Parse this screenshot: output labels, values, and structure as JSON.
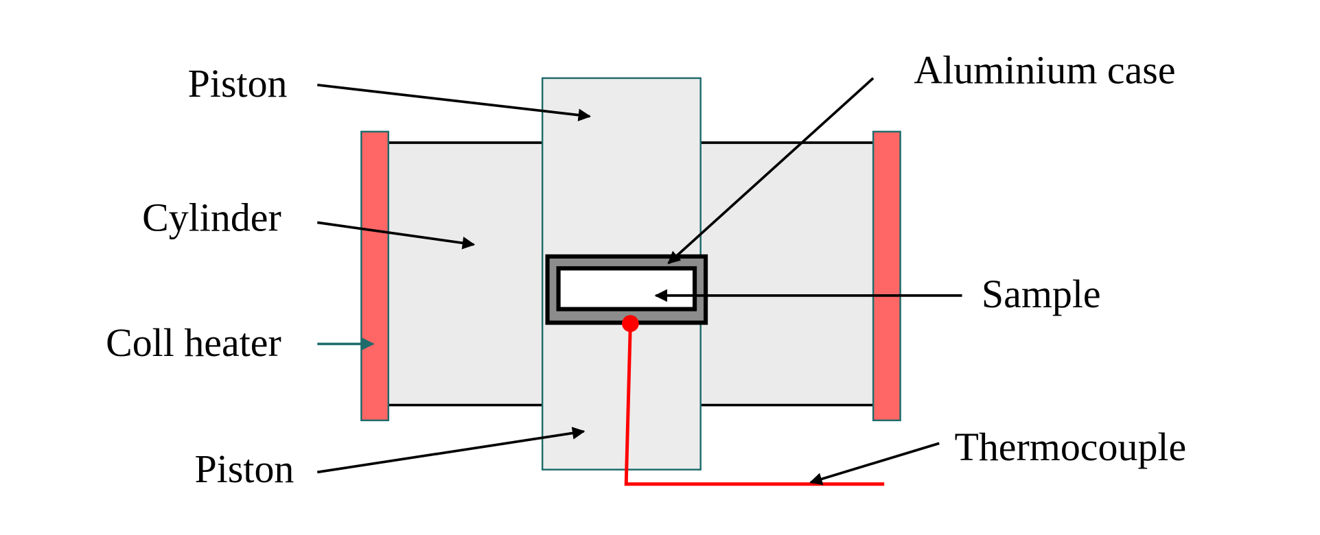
{
  "labels": {
    "piston_top": "Piston",
    "cylinder": "Cylinder",
    "coil_heater": "Coll heater",
    "piston_bottom": "Piston",
    "aluminium_case": "Aluminium case",
    "sample": "Sample",
    "thermocouple": "Thermocouple"
  },
  "colors": {
    "heater": "#FF6666",
    "outline": "#1F6B6B",
    "body": "#EBEBEB",
    "case": "#8C8C8C",
    "thermocouple": "#FF0000"
  }
}
